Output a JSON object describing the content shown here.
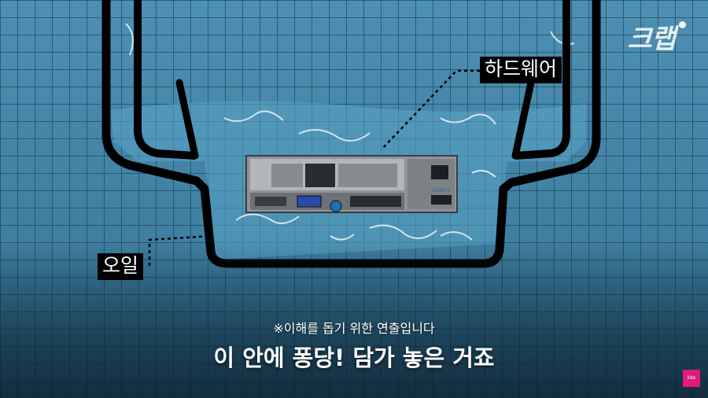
{
  "labels": {
    "hardware": "하드웨어",
    "oil": "오일"
  },
  "logo": "크랩",
  "subtitle": {
    "note": "※이해를 돕기 위한 연출입니다",
    "main": "이 안에 퐁당! 담가 놓은 거죠"
  },
  "server": {
    "port_label": "USB3.0"
  },
  "badge": "kbs",
  "colors": {
    "water": "#4d90b3",
    "tank_outline": "#000000",
    "label_bg": "#000000",
    "badge": "#e0197a"
  },
  "icons": [
    "server-hardware-icon",
    "vga-port-icon",
    "usb-port-icon",
    "ethernet-port-icon"
  ]
}
